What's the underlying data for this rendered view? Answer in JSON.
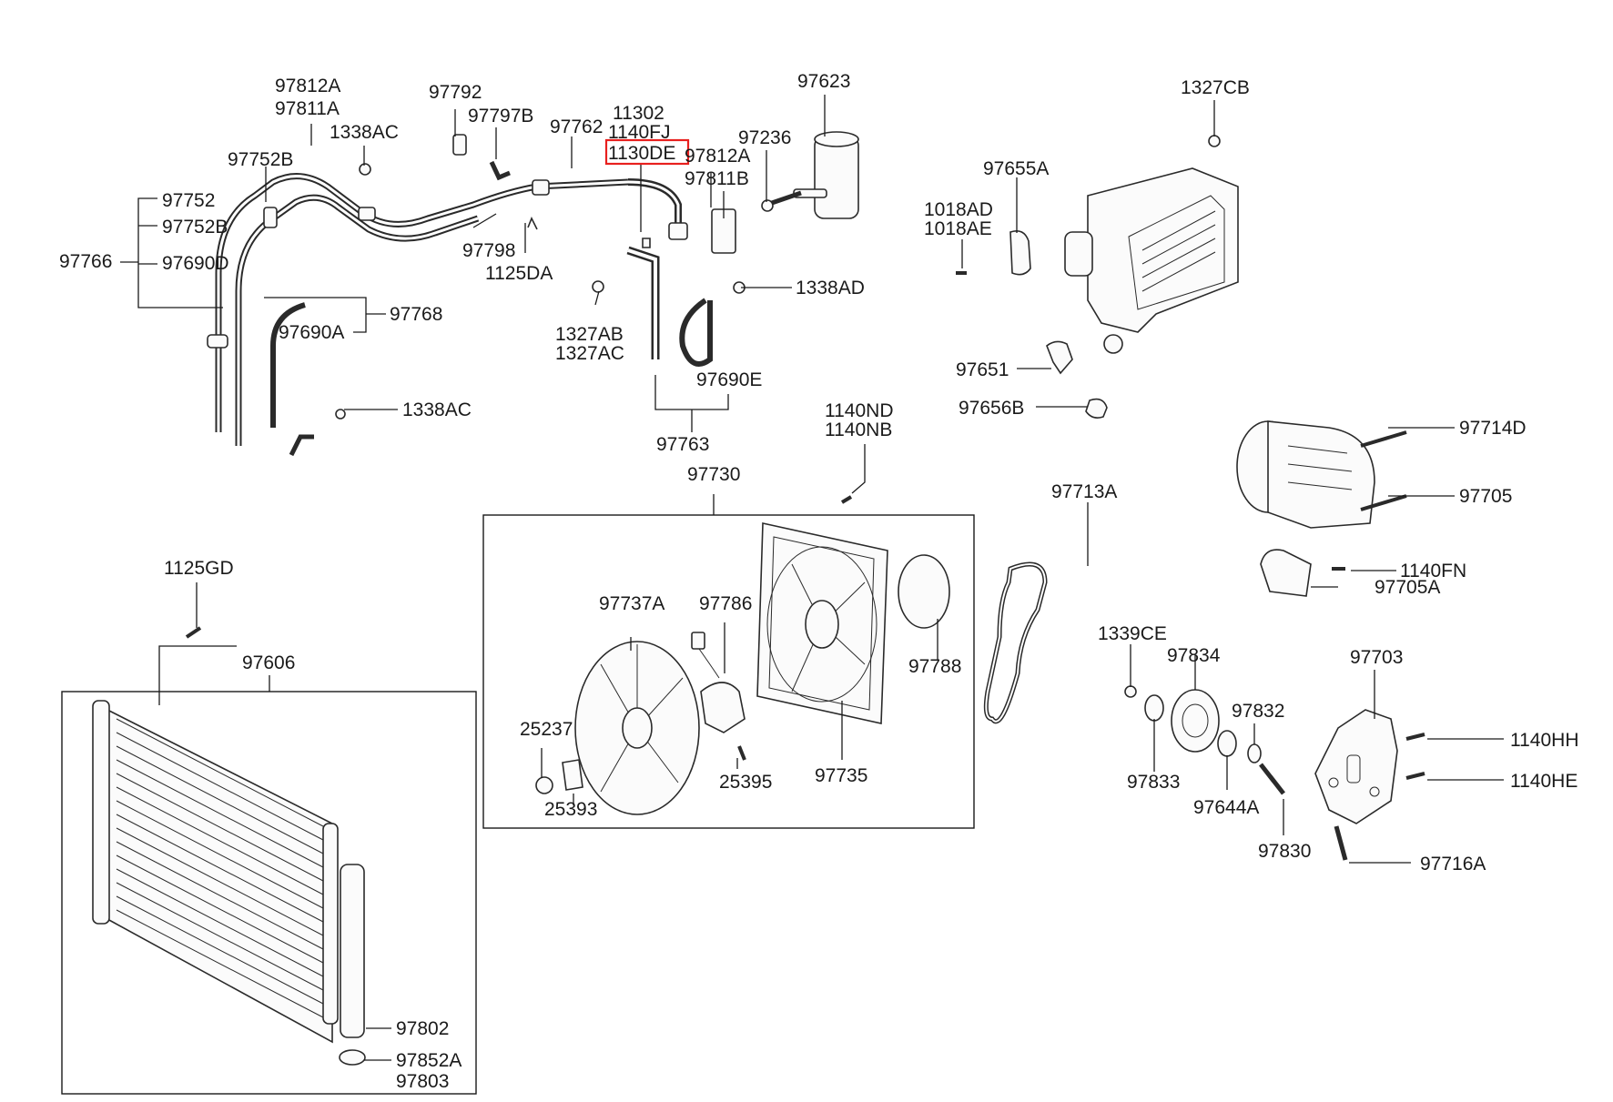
{
  "labels": {
    "p97812A_1": "97812A",
    "p97811A": "97811A",
    "p1338AC_1": "1338AC",
    "p97752B_1": "97752B",
    "p97752": "97752",
    "p97752B_2": "97752B",
    "p97766": "97766",
    "p97690D": "97690D",
    "p97768": "97768",
    "p97690A": "97690A",
    "p1338AC_2": "1338AC",
    "p97792": "97792",
    "p97797B": "97797B",
    "p97762": "97762",
    "p11302": "11302",
    "p1140FJ": "1140FJ",
    "p1130DE": "1130DE",
    "p97812A_2": "97812A",
    "p97811B": "97811B",
    "p97798": "97798",
    "p1125DA": "1125DA",
    "p1327AB": "1327AB",
    "p1327AC": "1327AC",
    "p1338AD": "1338AD",
    "p97690E": "97690E",
    "p97763": "97763",
    "p97623": "97623",
    "p97236": "97236",
    "p1327CB": "1327CB",
    "p97655A": "97655A",
    "p1018AD": "1018AD",
    "p1018AE": "1018AE",
    "p97651": "97651",
    "p97656B": "97656B",
    "p1140ND": "1140ND",
    "p1140NB": "1140NB",
    "p97730": "97730",
    "p97737A": "97737A",
    "p97786": "97786",
    "p97788": "97788",
    "p25237": "25237",
    "p25393": "25393",
    "p25395": "25395",
    "p97735": "97735",
    "p1125GD": "1125GD",
    "p97606": "97606",
    "p97802": "97802",
    "p97852A": "97852A",
    "p97803": "97803",
    "p97713A": "97713A",
    "p97714D": "97714D",
    "p97705": "97705",
    "p1140FN": "1140FN",
    "p97705A": "97705A",
    "p1339CE": "1339CE",
    "p97834": "97834",
    "p97832": "97832",
    "p97703": "97703",
    "p1140HH": "1140HH",
    "p1140HE": "1140HE",
    "p97833": "97833",
    "p97644A": "97644A",
    "p97830": "97830",
    "p97716A": "97716A"
  },
  "highlight": {
    "label": "1130DE",
    "color": "#e8201e"
  }
}
